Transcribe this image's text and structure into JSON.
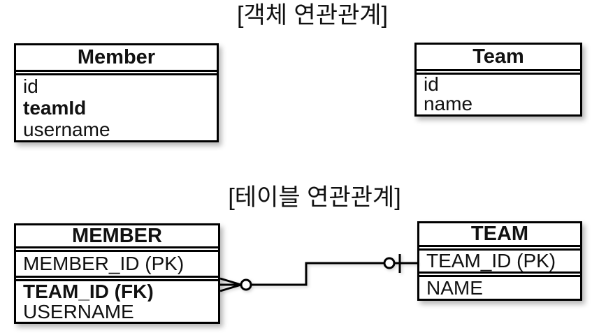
{
  "colors": {
    "background": "#ffffff",
    "box_border": "#000000",
    "box_fill": "#ffffff",
    "line": "#000000",
    "text": "#111111"
  },
  "object_diagram": {
    "title": "[객체 연관관계]",
    "member_box": {
      "title": "Member",
      "fields": [
        "id",
        "teamId",
        "username"
      ]
    },
    "team_box": {
      "title": "Team",
      "fields": [
        "id",
        "name"
      ]
    }
  },
  "table_diagram": {
    "title": "[테이블 연관관계]",
    "member_table": {
      "title": "MEMBER",
      "pk_row": "MEMBER_ID (PK)",
      "fields": [
        "TEAM_ID (FK)",
        "USERNAME"
      ]
    },
    "team_table": {
      "title": "TEAM",
      "pk_row": "TEAM_ID (PK)",
      "fields": [
        "NAME"
      ]
    },
    "relationship": {
      "member_side_notation": "crow-foot-many-optional",
      "team_side_notation": "one-optional"
    }
  }
}
